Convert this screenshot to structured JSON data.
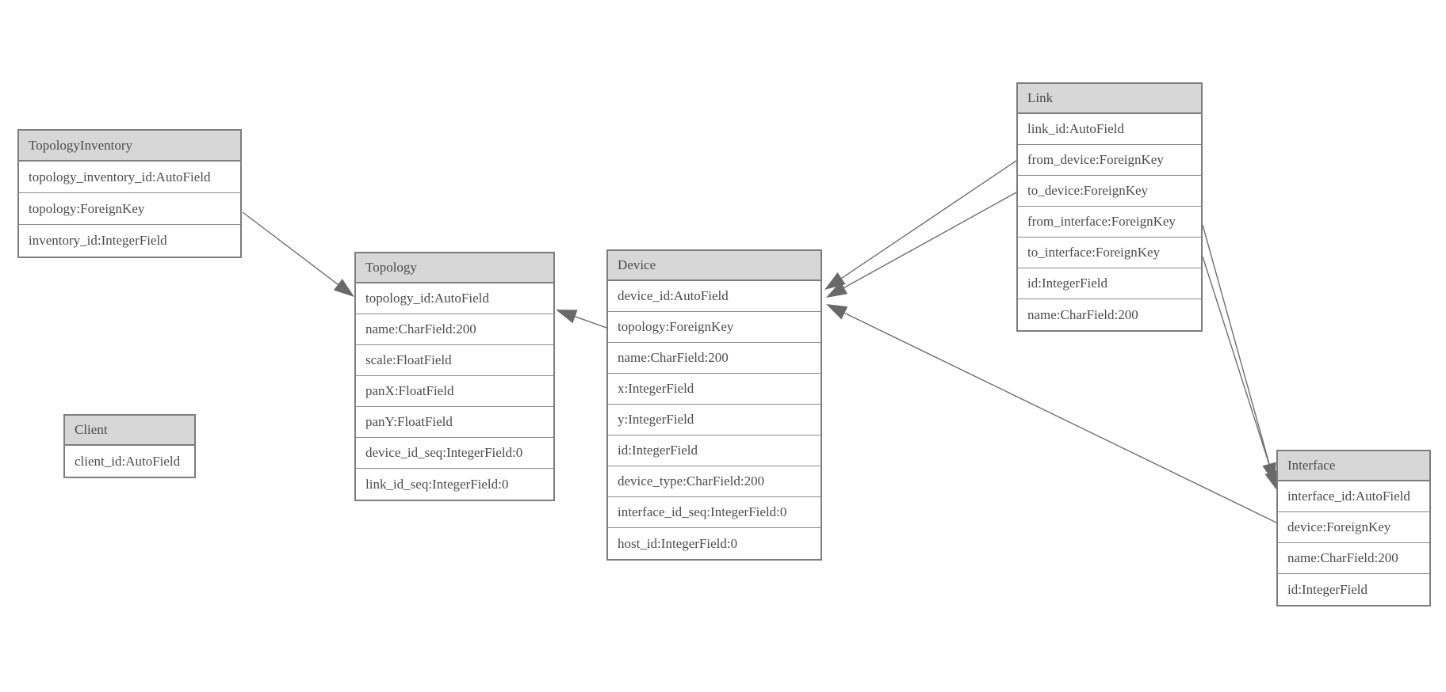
{
  "diagram": {
    "kind": "entity-relationship-model",
    "background_color": "#ffffff"
  },
  "colors": {
    "header_fill": "#d7d7d7",
    "table_border": "#7d7d7d",
    "row_separator": "#8c8c8c",
    "text": "#4b4b4b",
    "edge": "#6e6e6e",
    "arrowhead": "#696969"
  },
  "tables": [
    {
      "title": "TopologyInventory",
      "fields": [
        "topology_inventory_id:AutoField",
        "topology:ForeignKey",
        "inventory_id:IntegerField"
      ]
    },
    {
      "title": "Topology",
      "fields": [
        "topology_id:AutoField",
        "name:CharField:200",
        "scale:FloatField",
        "panX:FloatField",
        "panY:FloatField",
        "device_id_seq:IntegerField:0",
        "link_id_seq:IntegerField:0"
      ]
    },
    {
      "title": "Client",
      "fields": [
        "client_id:AutoField"
      ]
    },
    {
      "title": "Device",
      "fields": [
        "device_id:AutoField",
        "topology:ForeignKey",
        "name:CharField:200",
        "x:IntegerField",
        "y:IntegerField",
        "id:IntegerField",
        "device_type:CharField:200",
        "interface_id_seq:IntegerField:0",
        "host_id:IntegerField:0"
      ]
    },
    {
      "title": "Link",
      "fields": [
        "link_id:AutoField",
        "from_device:ForeignKey",
        "to_device:ForeignKey",
        "from_interface:ForeignKey",
        "to_interface:ForeignKey",
        "id:IntegerField",
        "name:CharField:200"
      ]
    },
    {
      "title": "Interface",
      "fields": [
        "interface_id:AutoField",
        "device:ForeignKey",
        "name:CharField:200",
        "id:IntegerField"
      ]
    }
  ],
  "edges": [
    {
      "name": "topologyinventory-topology",
      "from": "TopologyInventory.topology",
      "to": "Topology.topology_id"
    },
    {
      "name": "device-topology",
      "from": "Device.topology",
      "to": "Topology.topology_id"
    },
    {
      "name": "link-from_device-device",
      "from": "Link.from_device",
      "to": "Device.device_id"
    },
    {
      "name": "link-to_device-device",
      "from": "Link.to_device",
      "to": "Device.device_id"
    },
    {
      "name": "link-from_interface-interface",
      "from": "Link.from_interface",
      "to": "Interface.interface_id"
    },
    {
      "name": "link-to_interface-interface",
      "from": "Link.to_interface",
      "to": "Interface.interface_id"
    },
    {
      "name": "interface-device-device",
      "from": "Interface.device",
      "to": "Device.device_id"
    }
  ]
}
